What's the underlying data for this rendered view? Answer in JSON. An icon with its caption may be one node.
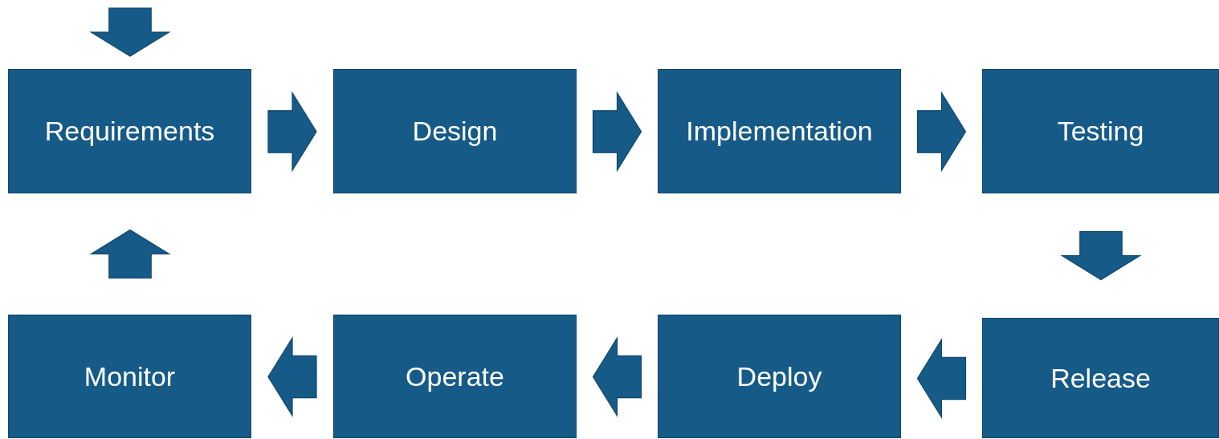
{
  "diagram": {
    "nodes": [
      {
        "text": [
          "Requirements"
        ]
      },
      {
        "text": [
          "Design"
        ]
      },
      {
        "text": [
          "Implementation"
        ]
      },
      {
        "text": [
          "Testing"
        ]
      },
      {
        "text": [
          "Release"
        ]
      },
      {
        "text": [
          "Deploy"
        ]
      },
      {
        "text": [
          "Operate"
        ]
      },
      {
        "text": [
          "Monitor"
        ]
      }
    ],
    "edges": [
      {
        "from": null,
        "to": 0,
        "arrow": "to"
      },
      {
        "from": 0,
        "to": 1,
        "arrow": "to"
      },
      {
        "from": 1,
        "to": 2,
        "arrow": "to"
      },
      {
        "from": 2,
        "to": 3,
        "arrow": "to"
      },
      {
        "from": 3,
        "to": 4,
        "arrow": "to"
      },
      {
        "from": 4,
        "to": 5,
        "arrow": "to"
      },
      {
        "from": 5,
        "to": 6,
        "arrow": "to"
      },
      {
        "from": 6,
        "to": 7,
        "arrow": "to"
      },
      {
        "from": 7,
        "to": 0,
        "arrow": "to"
      }
    ]
  }
}
